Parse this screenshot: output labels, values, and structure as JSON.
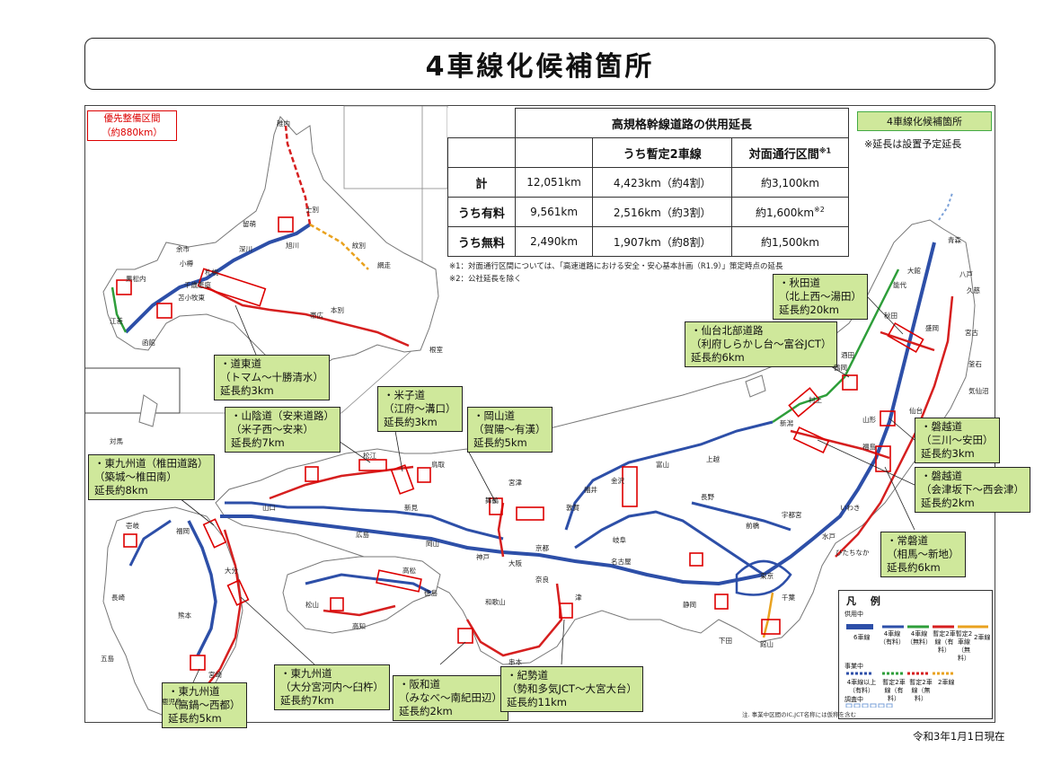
{
  "title": "4車線化候補箇所",
  "priority": {
    "line1": "優先整備区間",
    "line2": "（約880km）"
  },
  "stats_table": {
    "title": "高規格幹線道路の供用延長",
    "col_provisional": "うち暫定2車線",
    "col_head_on": "対面通行区間",
    "col_head_on_mark": "※1",
    "rows": [
      {
        "label": "計",
        "total": "12,051km",
        "provisional": "4,423km（約4割）",
        "head_on": "約3,100km",
        "mark": ""
      },
      {
        "label": "うち有料",
        "total": "9,561km",
        "provisional": "2,516km（約3割）",
        "head_on": "約1,600km",
        "mark": "※2"
      },
      {
        "label": "うち無料",
        "total": "2,490km",
        "provisional": "1,907km（約8割）",
        "head_on": "約1,500km",
        "mark": ""
      }
    ]
  },
  "notes": [
    "※1：対面通行区間については、「高速道路における安全・安心基本計画（R1.9）」策定時点の延長",
    "※2：公社延長を除く"
  ],
  "candidate_tag": "4車線化候補箇所",
  "length_note": "※延長は設置予定延長",
  "callouts": {
    "doto": {
      "l1": "・道東道",
      "l2": "（トマム～十勝清水）",
      "l3": "延長約3km"
    },
    "sanin": {
      "l1": "・山陰道（安来道路）",
      "l2": "（米子西～安来）",
      "l3": "延長約7km"
    },
    "yonago": {
      "l1": "・米子道",
      "l2": "（江府～溝口）",
      "l3": "延長約3km"
    },
    "okayama": {
      "l1": "・岡山道",
      "l2": "（賀陽～有漢）",
      "l3": "延長約5km"
    },
    "higashikyushu_shiida": {
      "l1": "・東九州道（椎田道路）",
      "l2": "（築城～椎田南）",
      "l3": "延長約8km"
    },
    "akita": {
      "l1": "・秋田道",
      "l2": "（北上西～湯田）",
      "l3": "延長約20km"
    },
    "sendai": {
      "l1": "・仙台北部道路",
      "l2": "（利府しらかし台～富谷JCT）",
      "l3": "延長約6km"
    },
    "banetsu1": {
      "l1": "・磐越道",
      "l2": "（三川～安田）",
      "l3": "延長約3km"
    },
    "banetsu2": {
      "l1": "・磐越道",
      "l2": "（会津坂下～西会津）",
      "l3": "延長約2km"
    },
    "joban": {
      "l1": "・常磐道",
      "l2": "（相馬～新地）",
      "l3": "延長約6km"
    },
    "higashikyushu_oita": {
      "l1": "・東九州道",
      "l2": "（大分宮河内～臼杵）",
      "l3": "延長約7km"
    },
    "hanwa": {
      "l1": "・阪和道",
      "l2": "（みなべ～南紀田辺）",
      "l3": "延長約2km"
    },
    "kisei": {
      "l1": "・紀勢道",
      "l2": "（勢和多気JCT～大宮大台）",
      "l3": "延長約11km"
    },
    "higashikyushu_takanabe": {
      "l1": "・東九州道",
      "l2": "（高鍋～西都）",
      "l3": "延長約5km"
    }
  },
  "places": {
    "wakkanai": "稚内",
    "rumoi": "留萌",
    "asahikawa": "旭川",
    "monbetsu": "紋別",
    "abashiri": "網走",
    "shibetsu": "士別",
    "fukagawa": "深川",
    "yoichi": "余市",
    "otaru": "小樽",
    "sapporo": "札幌",
    "chitose": "千歳恵庭",
    "tomakomai": "苫小牧東",
    "kuromatsunai": "黒松内",
    "obihiro": "帯広",
    "honbetsu": "本別",
    "nemuro": "根室",
    "esashi": "江差",
    "hakodate": "函館",
    "aomori": "青森",
    "hachinohe": "八戸",
    "kuji": "久慈",
    "miyako": "宮古",
    "morioka": "盛岡",
    "akita_city": "秋田",
    "kamaishi": "釜石",
    "sendai_city": "仙台",
    "yamagata": "山形",
    "fukushima": "福島",
    "niigata": "新潟",
    "iwaki": "いわき",
    "mito": "水戸",
    "tokyo": "東京",
    "nagoya": "名古屋",
    "osaka": "大阪",
    "kobe": "神戸",
    "kyoto": "京都",
    "okayama_city": "岡山",
    "hiroshima": "広島",
    "matsue": "松江",
    "tottori": "鳥取",
    "yamaguchi": "山口",
    "fukuoka": "福岡",
    "kumamoto": "熊本",
    "kagoshima": "鹿児島",
    "miyazaki": "宮崎",
    "oita": "大分",
    "nagasaki": "長崎",
    "matsuyama": "松山",
    "kochi": "高知",
    "tokushima": "徳島",
    "takamatsu": "高松",
    "wakayama": "和歌山",
    "kanazawa": "金沢",
    "toyama": "富山",
    "nagano": "長野",
    "shizuoka": "静岡",
    "kushimoto": "串本",
    "niimi": "新見",
    "miyazu": "宮津",
    "maizuru": "舞鶴",
    "fukui": "福井",
    "gifu": "岐阜",
    "maebashi": "前橋",
    "utsunomiya": "宇都宮",
    "chiba": "千葉",
    "tsu": "津",
    "nara": "奈良",
    "shimoda": "下田",
    "tateyama": "館山",
    "joetsu": "上越",
    "murakami": "村上",
    "kesennuma": "気仙沼",
    "hiyama": "鶴岡",
    "sakata": "酒田",
    "odate": "大館",
    "noshiro": "能代",
    "tsuruga": "敦賀",
    "hitachinaka": "ひたちなか",
    "iki": "壱岐",
    "tsushima": "対馬",
    "gotou": "五島"
  },
  "legend": {
    "title": "凡 例",
    "in_service": "供用中",
    "six_lane": "6車線",
    "four_lane_toll": "4車線（有料）",
    "four_lane_free": "4車線（無料）",
    "prov_toll": "暫定2車線（有料）",
    "prov_free": "暫定2車線（無料）",
    "two_lane": "2車線",
    "under_construction": "事業中",
    "four_plus_toll": "4車線以上（有料）",
    "uc_prov_toll": "暫定2車線（有料）",
    "uc_prov_free": "暫定2車線（無料）",
    "uc_two_lane": "2車線",
    "survey": "調査中"
  },
  "footnote": "注. 事業中区間のIC,JCT名称には仮称を含む",
  "date": "令和3年1月1日現在",
  "colors": {
    "tag_green": "#cfe89b",
    "toll_blue": "#2d4fa8",
    "free_green": "#2e9e3a",
    "prov_red": "#d61f1f",
    "prov_orange": "#e9a21f",
    "candidate_red": "#d00000"
  }
}
